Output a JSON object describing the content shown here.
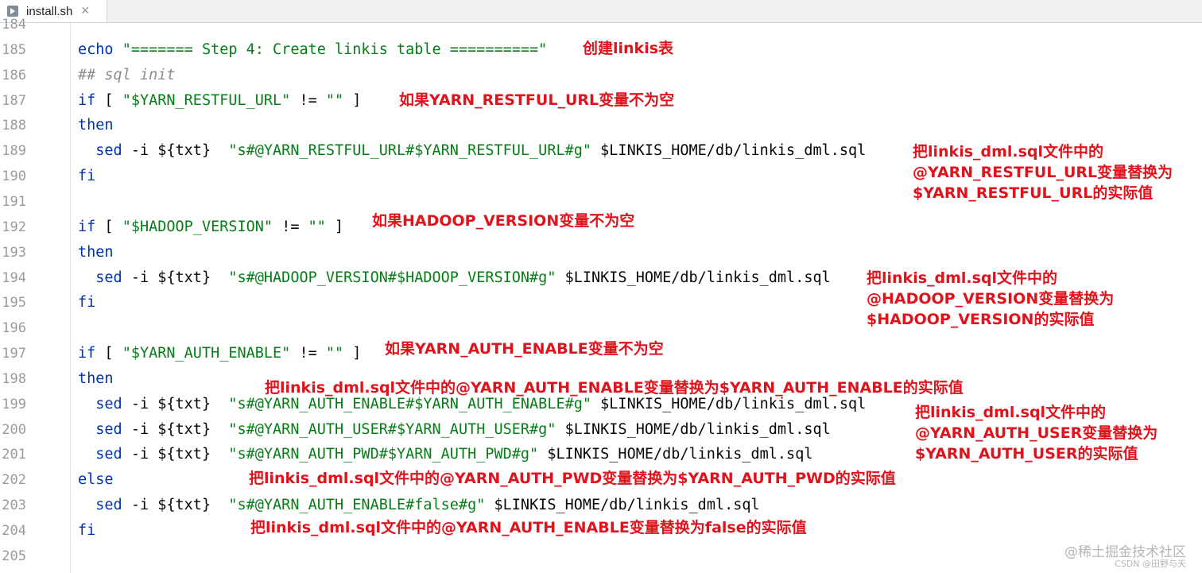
{
  "tab": {
    "title": "install.sh",
    "close": "✕",
    "icon": "shell-file-icon"
  },
  "lines": [
    {
      "num": "184",
      "code": []
    },
    {
      "num": "185",
      "code": [
        [
          "kw",
          "echo "
        ],
        [
          "str",
          "\"======= Step 4: Create linkis table ==========\""
        ]
      ]
    },
    {
      "num": "186",
      "code": [
        [
          "cm",
          "## sql init"
        ]
      ]
    },
    {
      "num": "187",
      "code": [
        [
          "kw",
          "if"
        ],
        [
          "",
          " [ "
        ],
        [
          "str",
          "\"$YARN_RESTFUL_URL\""
        ],
        [
          "",
          " != "
        ],
        [
          "str",
          "\"\""
        ],
        [
          "",
          " ]"
        ]
      ]
    },
    {
      "num": "188",
      "code": [
        [
          "kw",
          "then"
        ]
      ]
    },
    {
      "num": "189",
      "code": [
        [
          "",
          "  "
        ],
        [
          "kw",
          "sed"
        ],
        [
          "",
          " -i ${txt}  "
        ],
        [
          "str",
          "\"s#@YARN_RESTFUL_URL#$YARN_RESTFUL_URL#g\""
        ],
        [
          "",
          " $LINKIS_HOME/db/linkis_dml.sql"
        ]
      ]
    },
    {
      "num": "190",
      "code": [
        [
          "kw",
          "fi"
        ]
      ]
    },
    {
      "num": "191",
      "code": []
    },
    {
      "num": "192",
      "code": [
        [
          "kw",
          "if"
        ],
        [
          "",
          " [ "
        ],
        [
          "str",
          "\"$HADOOP_VERSION\""
        ],
        [
          "",
          " != "
        ],
        [
          "str",
          "\"\""
        ],
        [
          "",
          " ]"
        ]
      ]
    },
    {
      "num": "193",
      "code": [
        [
          "kw",
          "then"
        ]
      ]
    },
    {
      "num": "194",
      "code": [
        [
          "",
          "  "
        ],
        [
          "kw",
          "sed"
        ],
        [
          "",
          " -i ${txt}  "
        ],
        [
          "str",
          "\"s#@HADOOP_VERSION#$HADOOP_VERSION#g\""
        ],
        [
          "",
          " $LINKIS_HOME/db/linkis_dml.sql"
        ]
      ]
    },
    {
      "num": "195",
      "code": [
        [
          "kw",
          "fi"
        ]
      ]
    },
    {
      "num": "196",
      "code": []
    },
    {
      "num": "197",
      "code": [
        [
          "kw",
          "if"
        ],
        [
          "",
          " [ "
        ],
        [
          "str",
          "\"$YARN_AUTH_ENABLE\""
        ],
        [
          "",
          " != "
        ],
        [
          "str",
          "\"\""
        ],
        [
          "",
          " ]"
        ]
      ]
    },
    {
      "num": "198",
      "code": [
        [
          "kw",
          "then"
        ]
      ]
    },
    {
      "num": "199",
      "code": [
        [
          "",
          "  "
        ],
        [
          "kw",
          "sed"
        ],
        [
          "",
          " -i ${txt}  "
        ],
        [
          "str",
          "\"s#@YARN_AUTH_ENABLE#$YARN_AUTH_ENABLE#g\""
        ],
        [
          "",
          " $LINKIS_HOME/db/linkis_dml.sql"
        ]
      ]
    },
    {
      "num": "200",
      "code": [
        [
          "",
          "  "
        ],
        [
          "kw",
          "sed"
        ],
        [
          "",
          " -i ${txt}  "
        ],
        [
          "str",
          "\"s#@YARN_AUTH_USER#$YARN_AUTH_USER#g\""
        ],
        [
          "",
          " $LINKIS_HOME/db/linkis_dml.sql"
        ]
      ]
    },
    {
      "num": "201",
      "code": [
        [
          "",
          "  "
        ],
        [
          "kw",
          "sed"
        ],
        [
          "",
          " -i ${txt}  "
        ],
        [
          "str",
          "\"s#@YARN_AUTH_PWD#$YARN_AUTH_PWD#g\""
        ],
        [
          "",
          " $LINKIS_HOME/db/linkis_dml.sql"
        ]
      ]
    },
    {
      "num": "202",
      "code": [
        [
          "kw",
          "else"
        ]
      ]
    },
    {
      "num": "203",
      "code": [
        [
          "",
          "  "
        ],
        [
          "kw",
          "sed"
        ],
        [
          "",
          " -i ${txt}  "
        ],
        [
          "str",
          "\"s#@YARN_AUTH_ENABLE#false#g\""
        ],
        [
          "",
          " $LINKIS_HOME/db/linkis_dml.sql"
        ]
      ]
    },
    {
      "num": "204",
      "code": [
        [
          "kw",
          "fi"
        ]
      ]
    },
    {
      "num": "205",
      "code": []
    }
  ],
  "annotations": [
    {
      "name": "annotation-create-table",
      "text": "创建linkis表",
      "line": 185
    },
    {
      "name": "annotation-yarn-restful-check",
      "text": "如果YARN_RESTFUL_URL变量不为空",
      "line": 187
    },
    {
      "name": "annotation-yarn-restful-replace",
      "text": "把linkis_dml.sql文件中的\n@YARN_RESTFUL_URL变量替换为\n$YARN_RESTFUL_URL的实际值",
      "line": 189
    },
    {
      "name": "annotation-hadoop-check",
      "text": "如果HADOOP_VERSION变量不为空",
      "line": 192
    },
    {
      "name": "annotation-hadoop-replace",
      "text": "把linkis_dml.sql文件中的\n@HADOOP_VERSION变量替换为\n$HADOOP_VERSION的实际值",
      "line": 194
    },
    {
      "name": "annotation-auth-enable-check",
      "text": "如果YARN_AUTH_ENABLE变量不为空",
      "line": 197
    },
    {
      "name": "annotation-auth-enable-replace",
      "text": "把linkis_dml.sql文件中的@YARN_AUTH_ENABLE变量替换为$YARN_AUTH_ENABLE的实际值",
      "line": 198
    },
    {
      "name": "annotation-auth-user-replace",
      "text": "把linkis_dml.sql文件中的\n@YARN_AUTH_USER变量替换为\n$YARN_AUTH_USER的实际值",
      "line": 200
    },
    {
      "name": "annotation-auth-pwd-replace",
      "text": "把linkis_dml.sql文件中的@YARN_AUTH_PWD变量替换为$YARN_AUTH_PWD的实际值",
      "line": 202
    },
    {
      "name": "annotation-auth-false-replace",
      "text": "把linkis_dml.sql文件中的@YARN_AUTH_ENABLE变量替换为false的实际值",
      "line": 204
    }
  ],
  "watermark": {
    "main": "@稀土掘金技术社区",
    "sub": "CSDN @田野与天"
  },
  "colors": {
    "keyword": "#0033b3",
    "string": "#067d17",
    "comment": "#8c8c8c",
    "annotation": "#e0121b"
  }
}
